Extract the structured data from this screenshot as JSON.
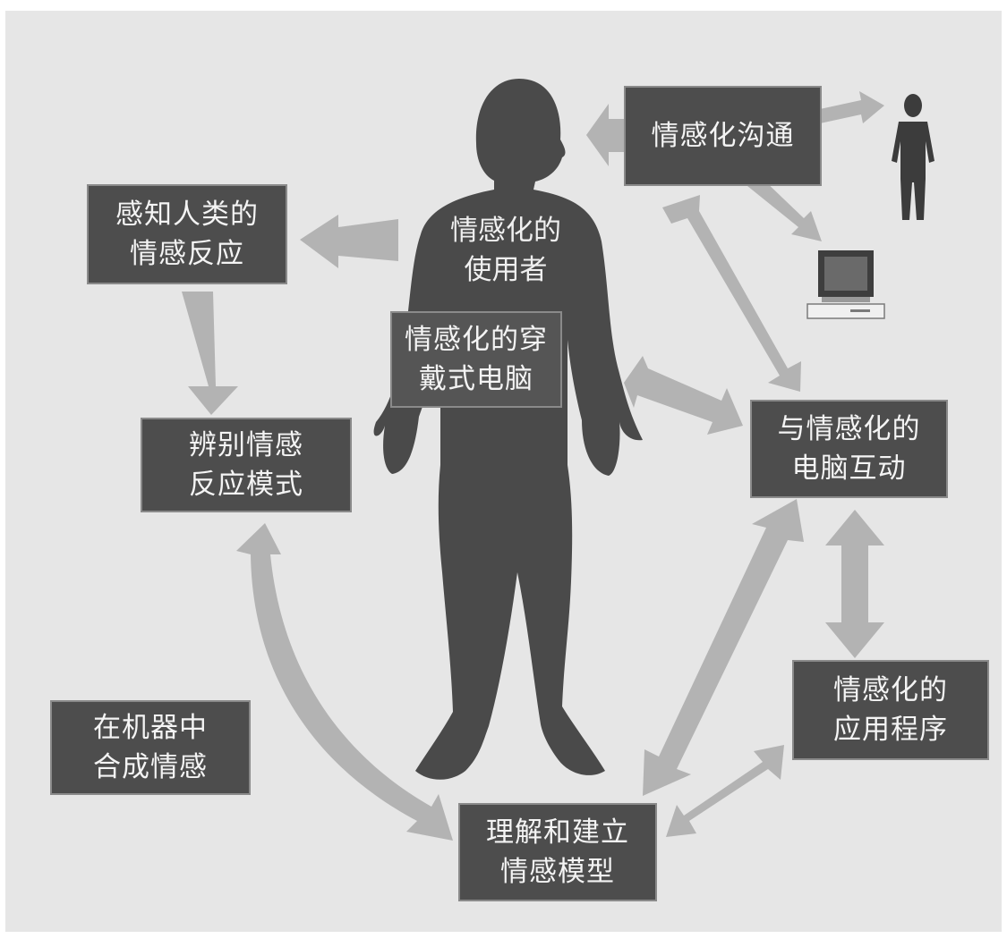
{
  "boxes": {
    "emotional_communication": "情感化沟通",
    "perceive_human_emotion": [
      "感知人类的",
      "情感反应"
    ],
    "recognize_patterns": [
      "辨别情感",
      "反应模式"
    ],
    "synthesize_emotion": [
      "在机器中",
      "合成情感"
    ],
    "understand_model": [
      "理解和建立",
      "情感模型"
    ],
    "interact_computer": [
      "与情感化的",
      "电脑互动"
    ],
    "affective_apps": [
      "情感化的",
      "应用程序"
    ],
    "wearable_computer": [
      "情感化的穿",
      "戴式电脑"
    ]
  },
  "figure": {
    "user_label": [
      "情感化的",
      "使用者"
    ]
  },
  "colors": {
    "background": "#e6e6e6",
    "box": "#4d4d4d",
    "arrow": "#b3b3b3",
    "silhouette": "#4a4a4a"
  }
}
